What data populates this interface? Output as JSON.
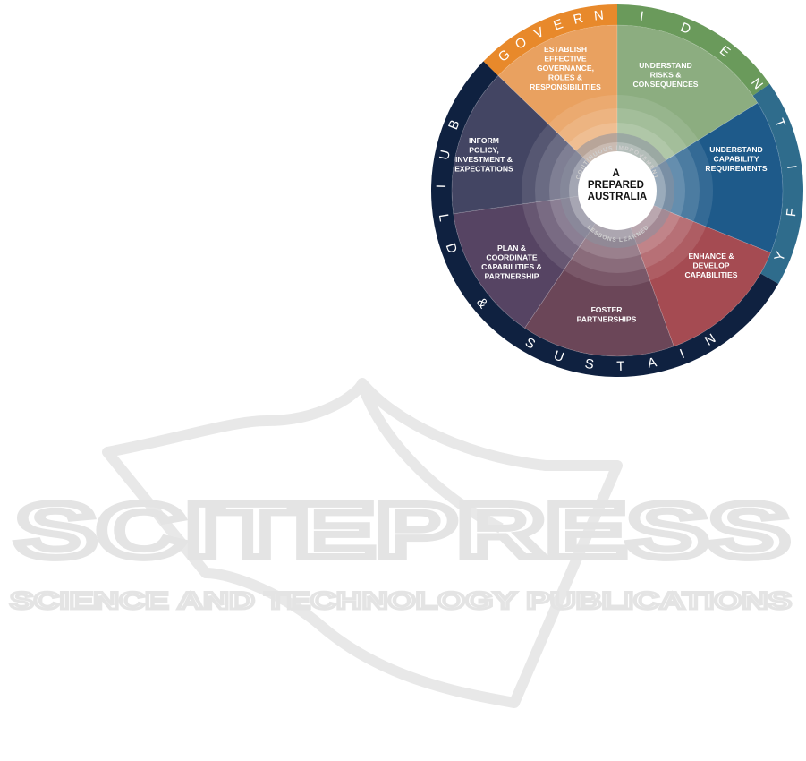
{
  "diagram": {
    "center": {
      "lines": [
        "A",
        "PREPARED",
        "AUSTRALIA"
      ]
    },
    "inner_ring": {
      "top": "CONTINUOUS IMPROVEMENT",
      "bottom": "LESSONS LEARNED"
    },
    "outer_ring": [
      {
        "id": "govern",
        "label": "GOVERN",
        "color": "#E8892B"
      },
      {
        "id": "identify",
        "label": "IDENTIFY",
        "color": "#6A9A5B"
      },
      {
        "id": "identify-blue",
        "label": "",
        "color": "#2F6C8C"
      },
      {
        "id": "build-sustain",
        "label": "BUILD & SUSTAIN",
        "color": "#0F2140"
      }
    ],
    "segments": [
      {
        "id": "establish",
        "lines": [
          "ESTABLISH",
          "EFFECTIVE",
          "GOVERNANCE,",
          "ROLES &",
          "RESPONSIBILITIES"
        ],
        "color": "#E9A160"
      },
      {
        "id": "understand-risks",
        "lines": [
          "UNDERSTAND",
          "RISKS &",
          "CONSEQUENCES"
        ],
        "color": "#8CAD80"
      },
      {
        "id": "understand-capability",
        "lines": [
          "UNDERSTAND",
          "CAPABILITY",
          "REQUIREMENTS"
        ],
        "color": "#1E5A8A"
      },
      {
        "id": "enhance",
        "lines": [
          "ENHANCE &",
          "DEVELOP",
          "CAPABILITIES"
        ],
        "color": "#A54B52"
      },
      {
        "id": "foster",
        "lines": [
          "FOSTER",
          "PARTNERSHIPS"
        ],
        "color": "#6B4658"
      },
      {
        "id": "plan",
        "lines": [
          "PLAN &",
          "COORDINATE",
          "CAPABILITIES &",
          "PARTNERSHIP"
        ],
        "color": "#564463"
      },
      {
        "id": "inform",
        "lines": [
          "INFORM",
          "POLICY,",
          "INVESTMENT &",
          "EXPECTATIONS"
        ],
        "color": "#434563"
      }
    ]
  },
  "watermark": {
    "title": "SCITEPRESS",
    "subtitle": "SCIENCE AND TECHNOLOGY PUBLICATIONS"
  }
}
